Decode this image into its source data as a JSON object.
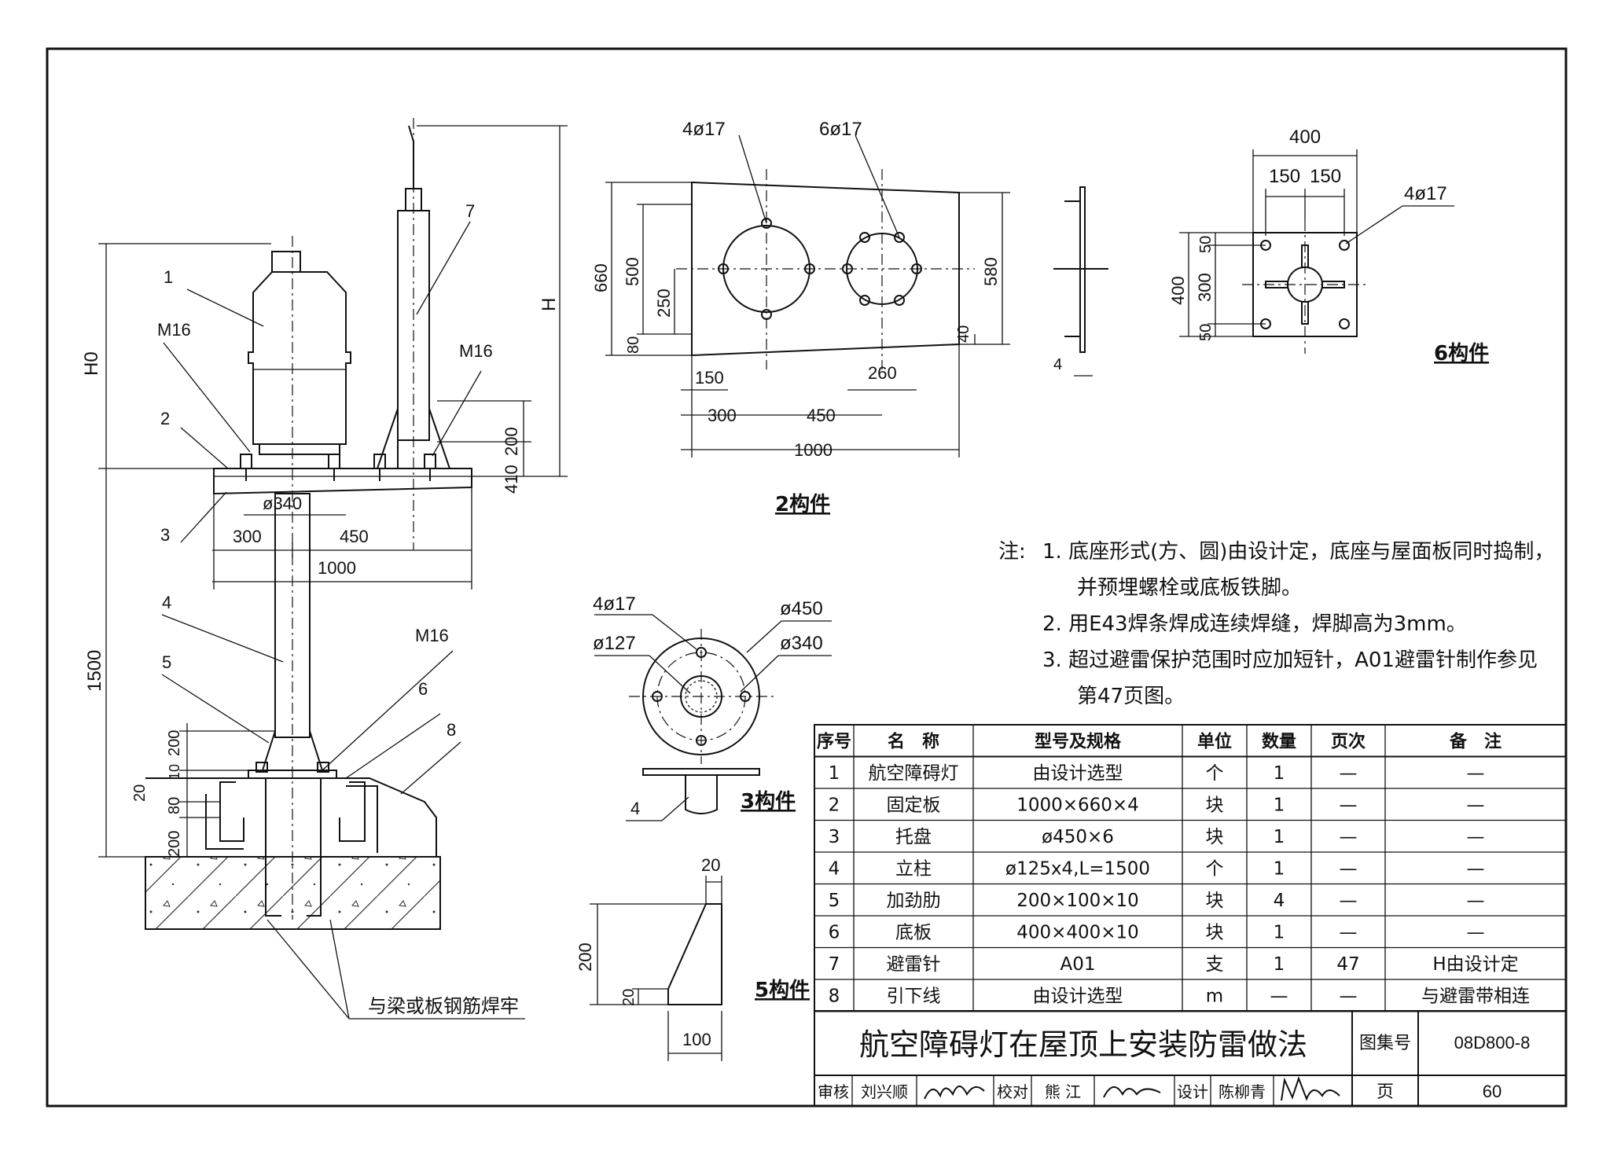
{
  "title": "航空障碍灯在屋顶上安装防雷做法",
  "atlas": {
    "label": "图集号",
    "value": "08D800-8",
    "page_label": "页",
    "page_value": "60"
  },
  "signoff": {
    "review_label": "审核",
    "review_name": "刘兴顺",
    "check_label": "校对",
    "check_name": "熊 江",
    "design_label": "设计",
    "design_name": "陈柳青"
  },
  "notes": {
    "prefix": "注:",
    "lines": [
      "1. 底座形式(方、圆)由设计定，底座与屋面板同时捣制，",
      "并预埋螺栓或底板铁脚。",
      "2. 用E43焊条焊成连续焊缝，焊脚高为3mm。",
      "3. 超过避雷保护范围时应加短针，A01避雷针制作参见",
      "第47页图。"
    ]
  },
  "parts_table": {
    "headers": [
      "序号",
      "名　称",
      "型号及规格",
      "单位",
      "数量",
      "页次",
      "备　注"
    ],
    "rows": [
      [
        "1",
        "航空障碍灯",
        "由设计选型",
        "个",
        "1",
        "—",
        "—"
      ],
      [
        "2",
        "固定板",
        "1000×660×4",
        "块",
        "1",
        "—",
        "—"
      ],
      [
        "3",
        "托盘",
        "ø450×6",
        "块",
        "1",
        "—",
        "—"
      ],
      [
        "4",
        "立柱",
        "ø125x4,L=1500",
        "个",
        "1",
        "—",
        "—"
      ],
      [
        "5",
        "加劲肋",
        "200×100×10",
        "块",
        "4",
        "—",
        "—"
      ],
      [
        "6",
        "底板",
        "400×400×10",
        "块",
        "1",
        "—",
        "—"
      ],
      [
        "7",
        "避雷针",
        "A01",
        "支",
        "1",
        "47",
        "H由设计定"
      ],
      [
        "8",
        "引下线",
        "由设计选型",
        "m",
        "—",
        "—",
        "与避雷带相连"
      ]
    ]
  },
  "main_view": {
    "labels": {
      "H0": "H0",
      "H": "H",
      "d1500": "1500",
      "d300": "300",
      "d450": "450",
      "d1000": "1000",
      "d340": "ø340",
      "d410": "410",
      "d200": "200",
      "d200b": "200",
      "d10": "10",
      "d80": "80",
      "d20": "20",
      "d200c": "200",
      "m16a": "M16",
      "m16b": "M16",
      "m16c": "M16",
      "n1": "1",
      "n2": "2",
      "n3": "3",
      "n4": "4",
      "n5": "5",
      "n6": "6",
      "n7": "7",
      "n8": "8"
    },
    "weld_note": "与梁或板钢筋焊牢"
  },
  "part2": {
    "caption": "2构件",
    "labels": {
      "holes_a": "4ø17",
      "holes_b": "6ø17",
      "d660": "660",
      "d500": "500",
      "d250": "250",
      "d80": "80",
      "d580": "580",
      "d40": "40",
      "d150": "150",
      "d300": "300",
      "d450": "450",
      "d1000": "1000",
      "d260": "260",
      "d4": "4"
    }
  },
  "part3": {
    "caption": "3构件",
    "labels": {
      "holes": "4ø17",
      "d127": "ø127",
      "d450": "ø450",
      "d340": "ø340",
      "n4": "4"
    }
  },
  "part5": {
    "caption": "5构件",
    "labels": {
      "d20a": "20",
      "d200": "200",
      "d20b": "20",
      "d100": "100"
    }
  },
  "part6": {
    "caption": "6构件",
    "labels": {
      "d400": "400",
      "d150a": "150",
      "d150b": "150",
      "holes": "4ø17",
      "d400v": "400",
      "d50a": "50",
      "d300": "300",
      "d50b": "50"
    }
  }
}
